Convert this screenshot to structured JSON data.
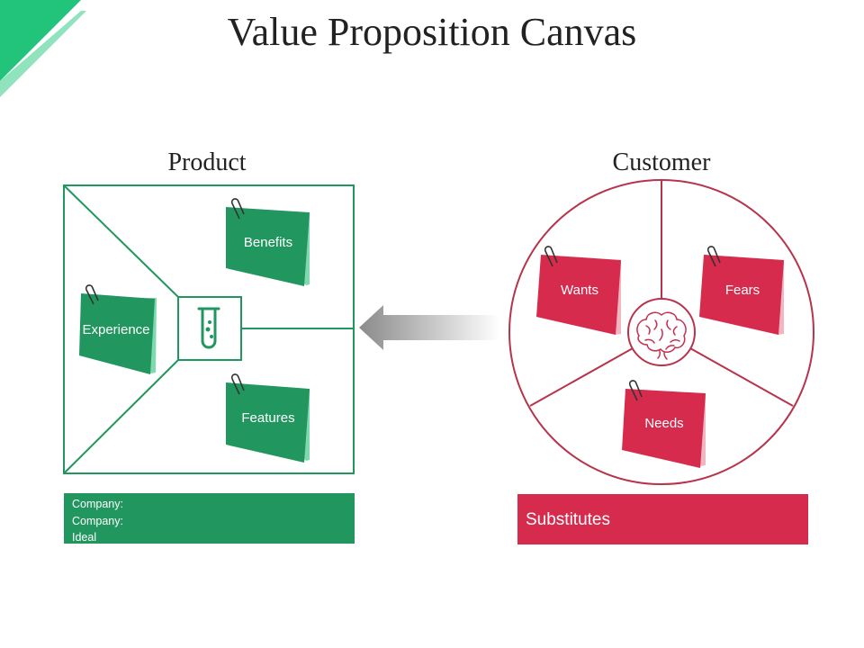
{
  "title": "Value Proposition Canvas",
  "colors": {
    "green": "#21975f",
    "green_light": "#7fd9ac",
    "red": "#d62b4d",
    "red_dark": "#b8334c",
    "red_light": "#f2b6c2"
  },
  "product": {
    "title": "Product",
    "icon": "test-tube-icon",
    "notes": {
      "benefits": "Benefits",
      "experience": "Experience",
      "features": "Features"
    },
    "bar_lines": [
      "Company:",
      "Company:",
      "Ideal"
    ]
  },
  "customer": {
    "title": "Customer",
    "icon": "brain-icon",
    "notes": {
      "wants": "Wants",
      "fears": "Fears",
      "needs": "Needs"
    },
    "bar_label": "Substitutes"
  }
}
